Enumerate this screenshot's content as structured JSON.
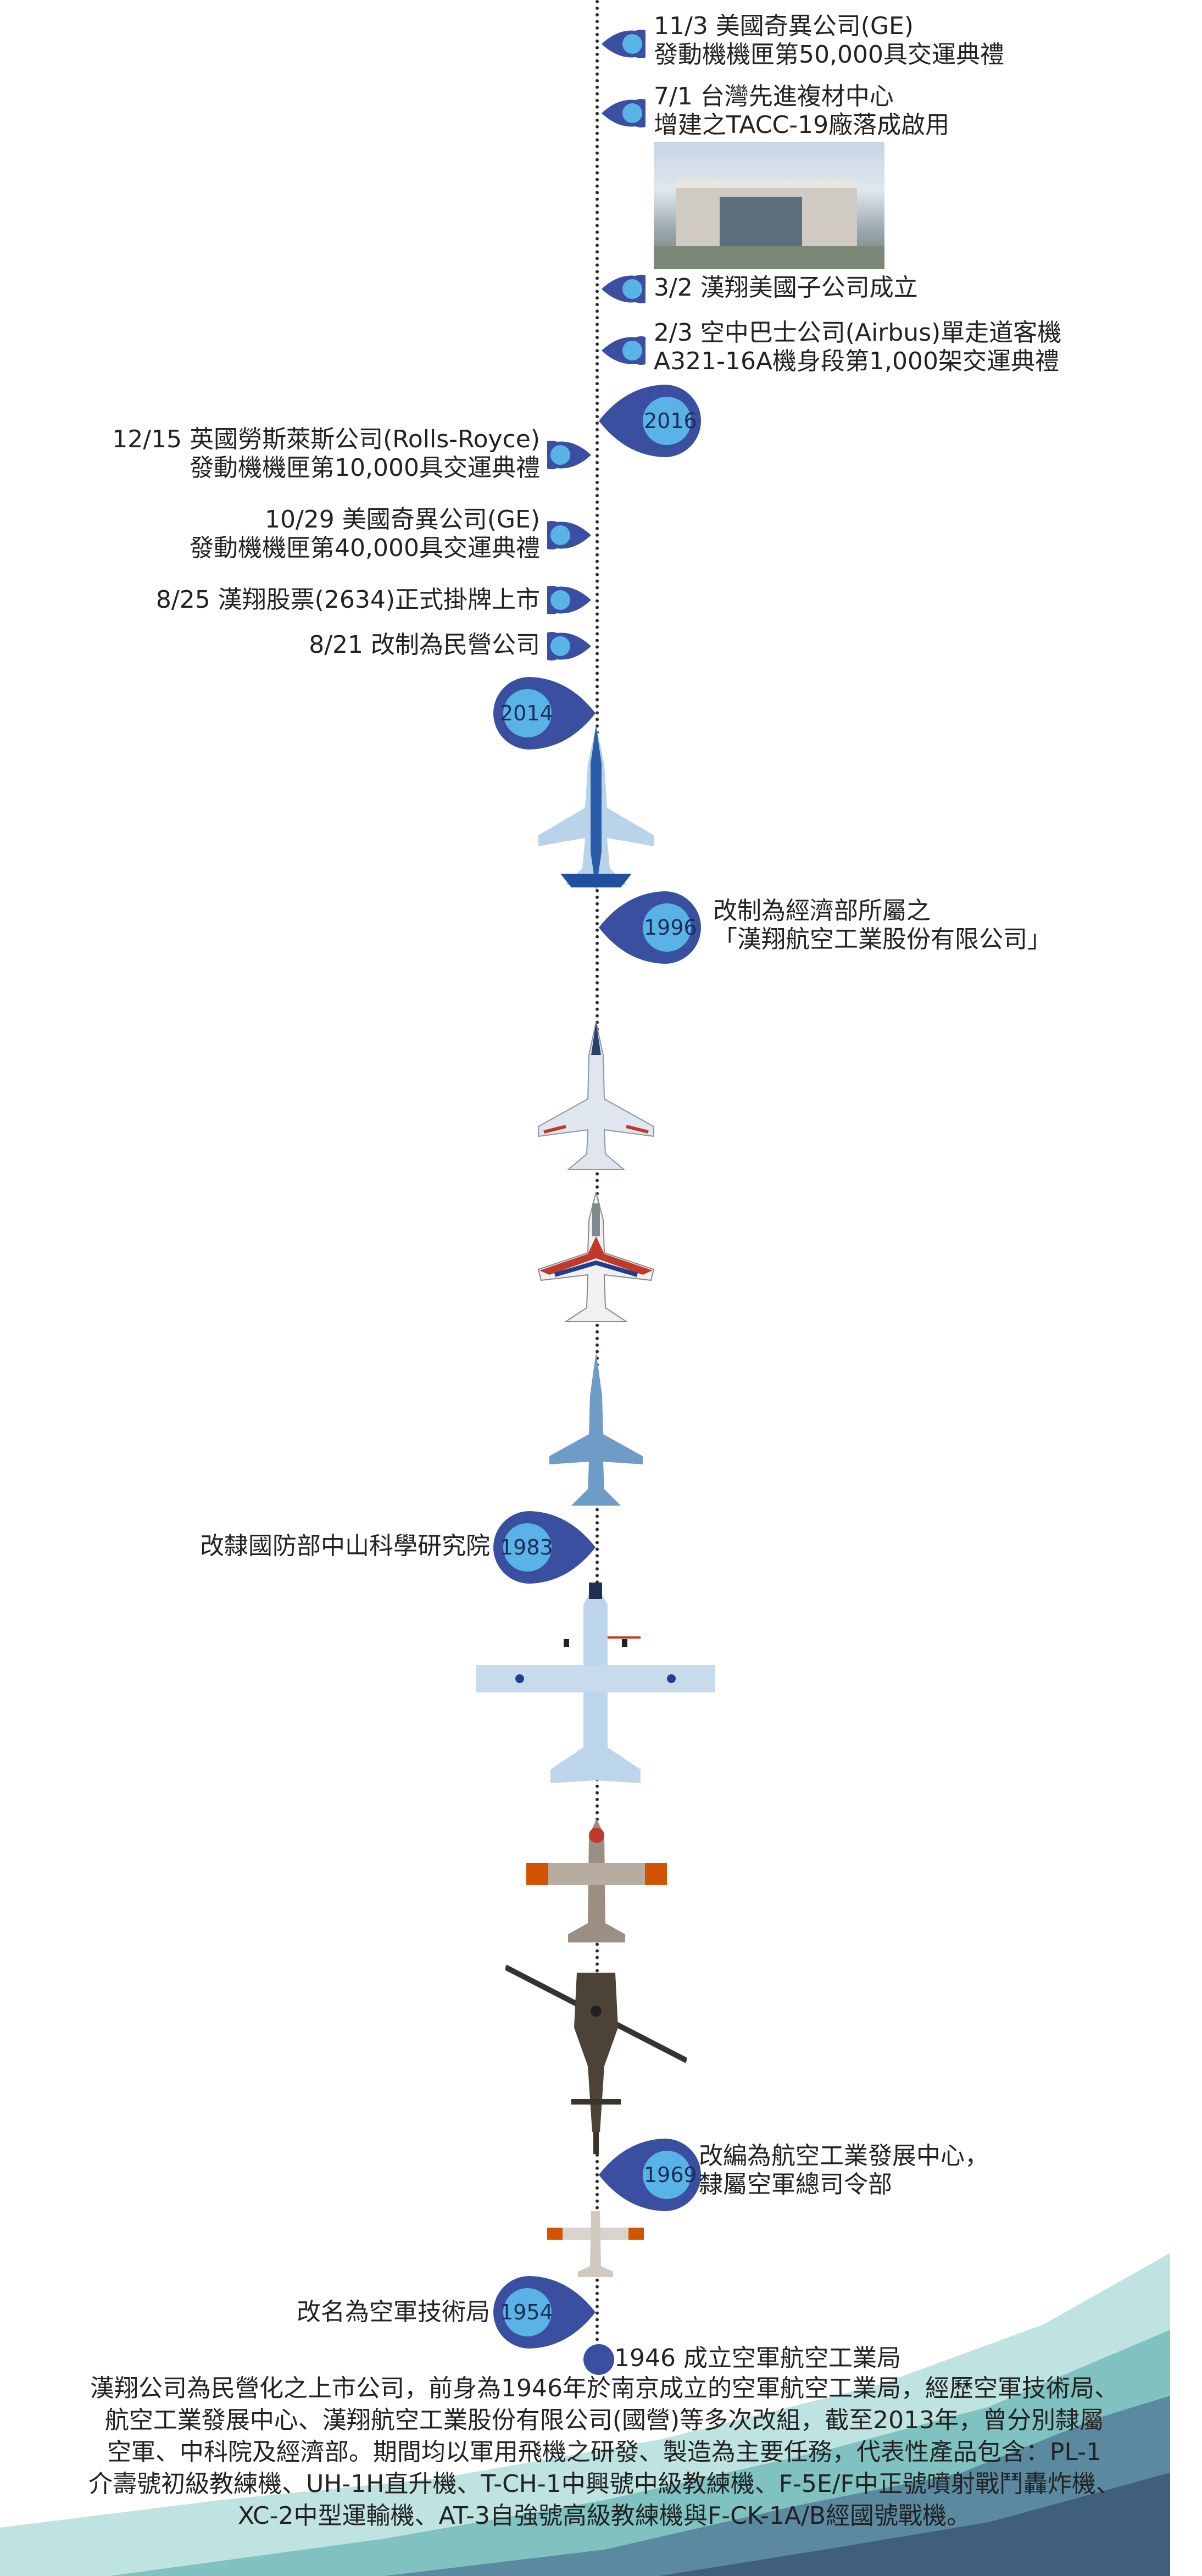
{
  "events": {
    "e2016_a": {
      "line1": "11/3 美國奇異公司(GE)",
      "line2": "發動機機匣第50,000具交運典禮"
    },
    "e2016_b": {
      "line1": "7/1 台灣先進複材中心",
      "line2": "增建之TACC-19廠落成啟用"
    },
    "e2016_c": {
      "line1": "3/2 漢翔美國子公司成立"
    },
    "e2016_d": {
      "line1": "2/3 空中巴士公司(Airbus)單走道客機",
      "line2": "A321-16A機身段第1,000架交運典禮"
    },
    "e2014_a": {
      "line1": "12/15 英國勞斯萊斯公司(Rolls-Royce)",
      "line2": "發動機機匣第10,000具交運典禮"
    },
    "e2014_b": {
      "line1": "10/29 美國奇異公司(GE)",
      "line2": "發動機機匣第40,000具交運典禮"
    },
    "e2014_c": {
      "line1": "8/25 漢翔股票(2634)正式掛牌上市"
    },
    "e2014_d": {
      "line1": "8/21 改制為民營公司"
    },
    "e1996": {
      "line1": "改制為經濟部所屬之",
      "line2": "「漢翔航空工業股份有限公司」"
    },
    "e1983": {
      "line1": "改隸國防部中山科學研究院"
    },
    "e1969": {
      "line1": "改編為航空工業發展中心，",
      "line2": "隸屬空軍總司令部"
    },
    "e1954": {
      "line1": "改名為空軍技術局"
    },
    "e1946": {
      "line1": "1946 成立空軍航空工業局"
    }
  },
  "years": {
    "y2016": "2016",
    "y2014": "2014",
    "y1996": "1996",
    "y1983": "1983",
    "y1969": "1969",
    "y1954": "1954"
  },
  "summary": {
    "line1": "漢翔公司為民營化之上市公司，前身為1946年於南京成立的空軍航空工業局，經歷空軍技術局、",
    "line2": "航空工業發展中心、漢翔航空工業股份有限公司(國營)等多次改組，截至2013年，曾分別隸屬",
    "line3": "空軍、中科院及經濟部。期間均以軍用飛機之研發、製造為主要任務，代表性產品包含：PL-1",
    "line4": "介壽號初級教練機、UH-1H直升機、T-CH-1中興號中級教練機、F-5E/F中正號噴射戰鬥轟炸機、",
    "line5": "XC-2中型運輸機、AT-3自強號高級教練機與F-CK-1A/B經國號戰機。"
  },
  "colors": {
    "pin_dark": "#3b4fa0",
    "pin_light": "#5ab3e6",
    "hill_teal": "#6fb8b6",
    "hill_slate": "#4f6f86"
  },
  "icons": {
    "right_dot": "timeline-dot-right",
    "left_dot": "timeline-dot-left",
    "pin": "year-pin"
  }
}
